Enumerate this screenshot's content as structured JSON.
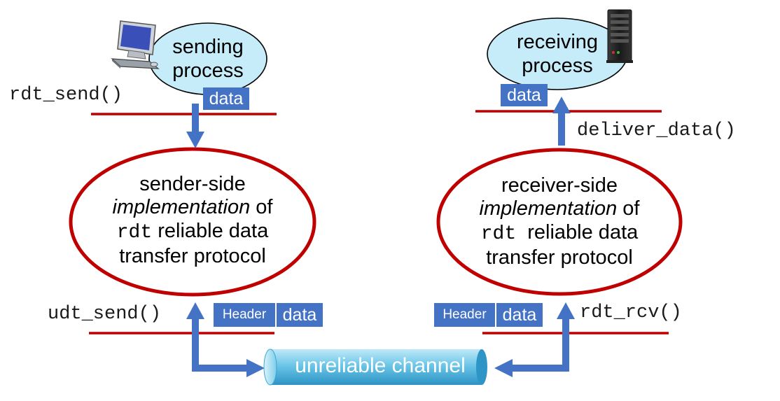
{
  "sender": {
    "bubble_line1": "sending",
    "bubble_line2": "process",
    "api_call": "rdt_send()",
    "data_tag": "data",
    "impl_line1": "sender-side",
    "impl_line2_italic": "implementation",
    "impl_line2_rest": " of",
    "impl_line3_code": "rdt",
    "impl_line3_rest": " reliable data",
    "impl_line4": "transfer protocol",
    "lower_call": "udt_send()",
    "packet_header": "Header",
    "packet_data": "data"
  },
  "receiver": {
    "bubble_line1": "receiving",
    "bubble_line2": "process",
    "data_tag": "data",
    "api_call": "deliver_data()",
    "impl_line1": "receiver-side",
    "impl_line2_italic": "implementation",
    "impl_line2_rest": " of",
    "impl_line3_code": "rdt",
    "impl_line3_rest": "  reliable data",
    "impl_line4": "transfer protocol",
    "lower_call": "rdt_rcv()",
    "packet_header": "Header",
    "packet_data": "data"
  },
  "channel": {
    "label": "unreliable channel"
  },
  "icons": {
    "sender_host": "desktop-computer-icon",
    "receiver_host": "server-tower-icon"
  },
  "colors": {
    "arrow": "#4472c4",
    "tag_fill": "#4472c4",
    "protocol_ellipse": "#c00000",
    "layer_line": "#c00000",
    "bubble_fill": "#c5ecf8",
    "channel_fill": "#6cc6e8"
  }
}
